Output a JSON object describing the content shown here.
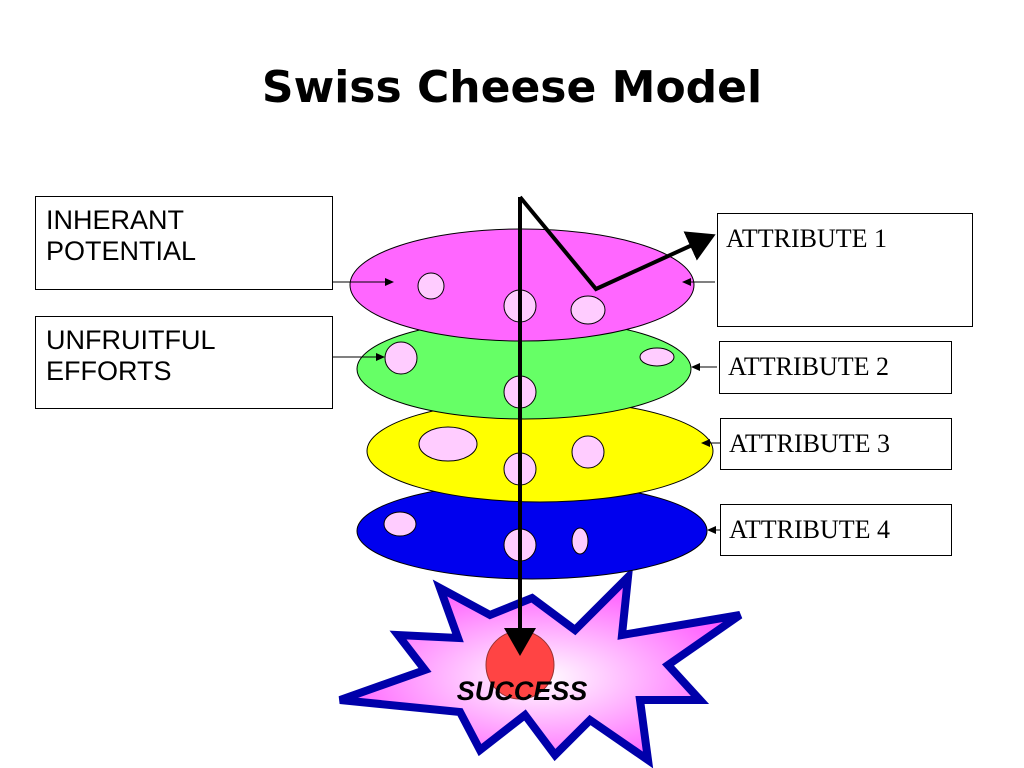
{
  "title": "Swiss Cheese Model",
  "left_labels": [
    {
      "lines": [
        "INHERANT",
        "POTENTIAL"
      ]
    },
    {
      "lines": [
        "UNFRUITFUL",
        "EFFORTS"
      ]
    }
  ],
  "attributes": [
    "ATTRIBUTE 1",
    "ATTRIBUTE 2",
    "ATTRIBUTE 3",
    "ATTRIBUTE 4"
  ],
  "success_label": "SUCCESS",
  "colors": {
    "layer_1": "#ff66ff",
    "layer_2": "#66ff66",
    "layer_3": "#ffff00",
    "layer_4": "#0000ee",
    "holes": "#ffccff",
    "starburst_fill": "#ff66ff",
    "starburst_border": "#0000aa",
    "success_circle": "#ff4444"
  }
}
